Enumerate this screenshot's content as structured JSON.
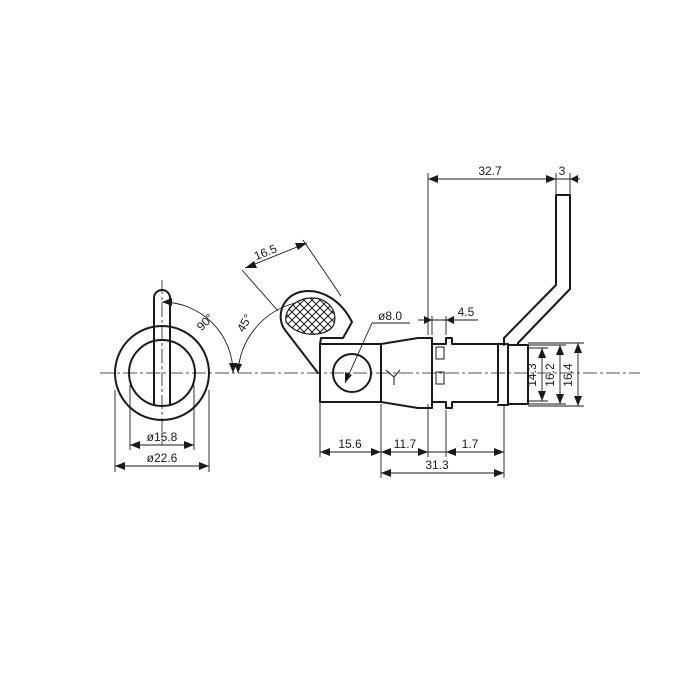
{
  "drawing": {
    "colors": {
      "line": "#1a1a1a",
      "background": "#ffffff"
    },
    "dimensions": {
      "d1": "32.7",
      "d2": "3",
      "d3": "16.5",
      "d4": "90°",
      "d5": "45°",
      "d6": "ø8.0",
      "d7": "4.5",
      "d8": "14.3",
      "d9": "16.2",
      "d10": "16.4",
      "d11": "ø15.8",
      "d12": "ø22.6",
      "d13": "15.6",
      "d14": "11.7",
      "d15": "1.7",
      "d16": "31.3"
    }
  }
}
